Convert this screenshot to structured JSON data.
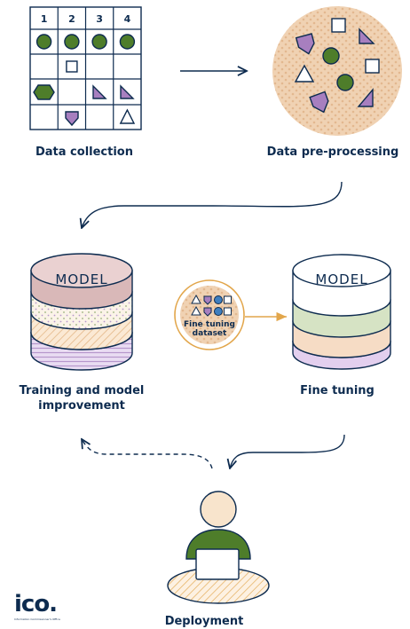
{
  "grid": {
    "headers": [
      "1",
      "2",
      "3",
      "4"
    ]
  },
  "labels": {
    "data_collection": "Data collection",
    "data_preprocessing": "Data pre-processing",
    "training": "Training and model improvement",
    "fine_tuning": "Fine tuning",
    "deployment": "Deployment"
  },
  "models": {
    "left_label": "MODEL",
    "right_label": "MODEL"
  },
  "fine_tuning_dataset": {
    "line1": "Fine tuning",
    "line2": "dataset"
  },
  "logo": {
    "text": "ico.",
    "small_text": "Information Commissioner's Office"
  },
  "colors": {
    "navy": "#0d2b4f",
    "green": "#4e7d2a",
    "purple": "#a77fbf",
    "peach": "#f3d9bf",
    "orange_ring": "#e2a64b"
  }
}
